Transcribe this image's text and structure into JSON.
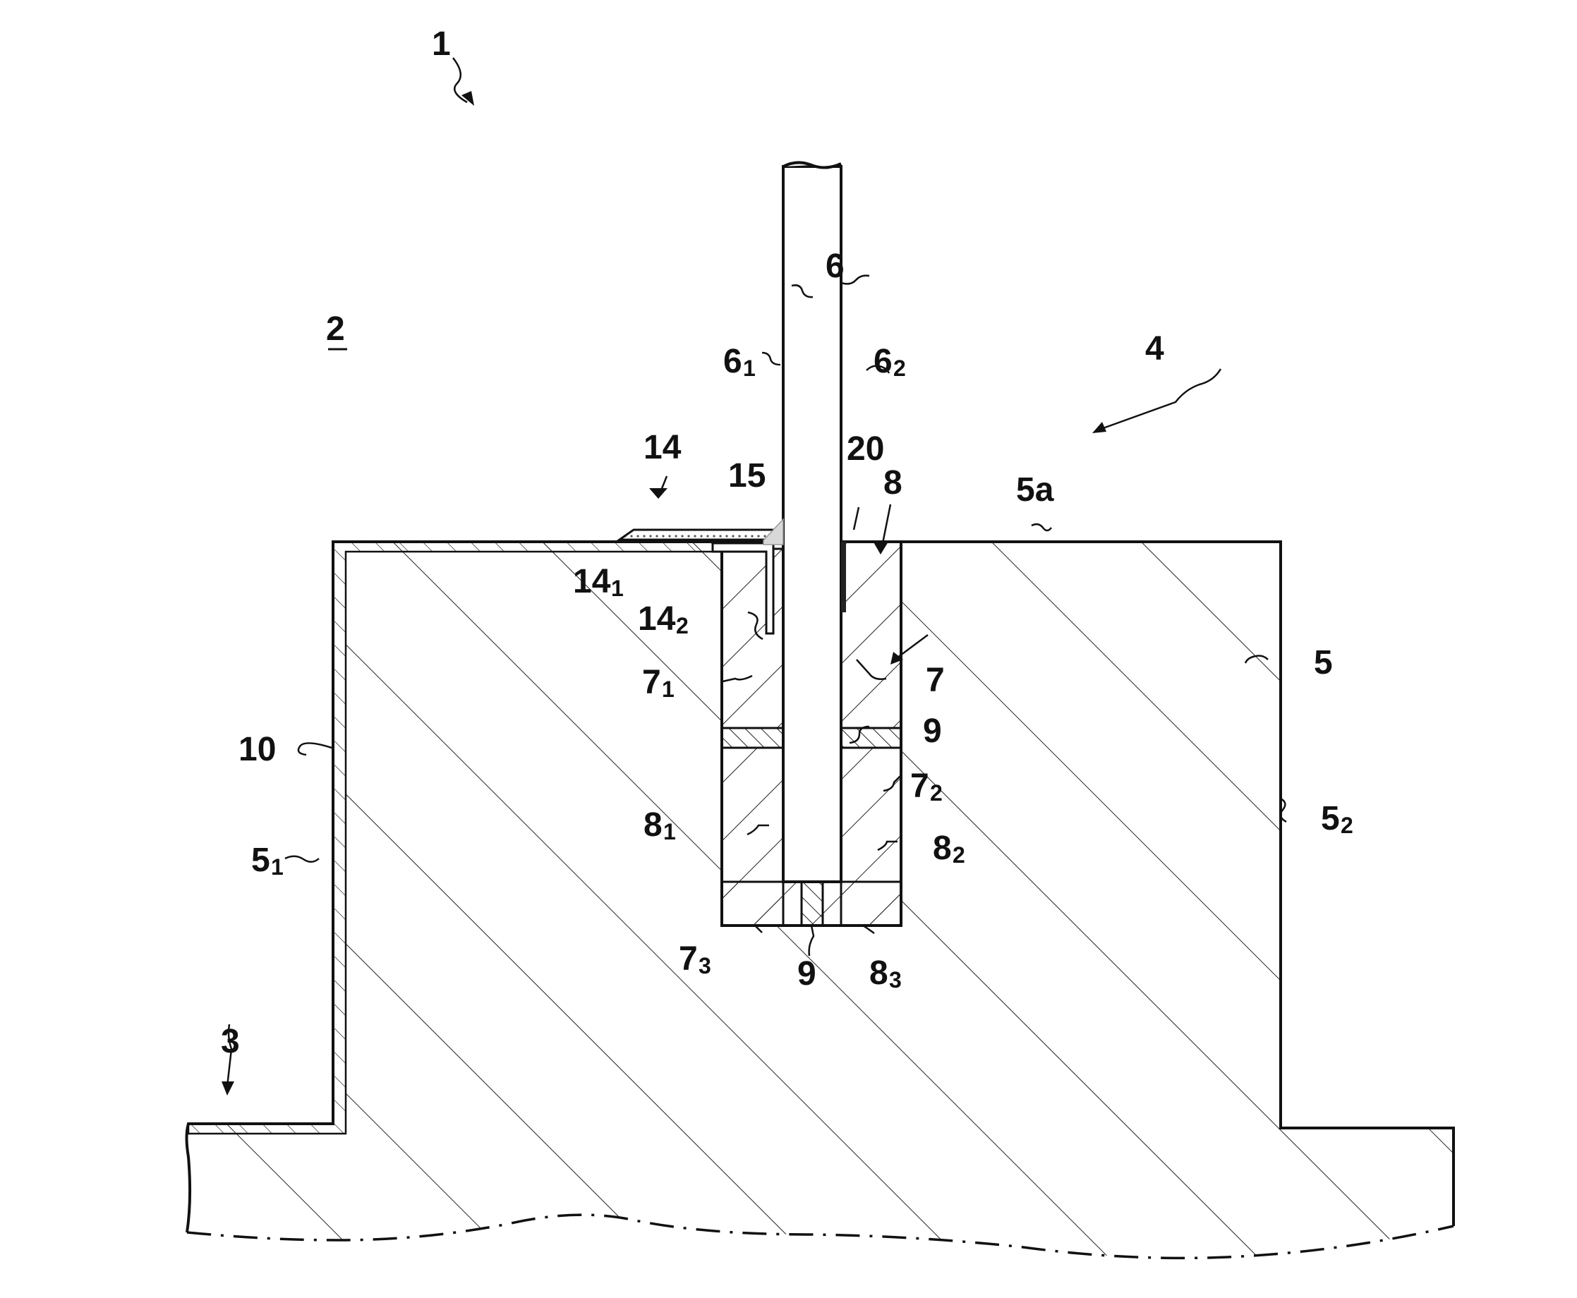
{
  "figure": {
    "labels": {
      "l_1": "1",
      "l_2": "2",
      "l_3": "3",
      "l_4": "4",
      "l_5": "5",
      "l_5a": "5a",
      "l_5_1": {
        "main": "5",
        "sub": "1"
      },
      "l_5_2": {
        "main": "5",
        "sub": "2"
      },
      "l_6": "6",
      "l_6_1": {
        "main": "6",
        "sub": "1"
      },
      "l_6_2": {
        "main": "6",
        "sub": "2"
      },
      "l_7": "7",
      "l_7_1": {
        "main": "7",
        "sub": "1"
      },
      "l_7_2": {
        "main": "7",
        "sub": "2"
      },
      "l_7_3": {
        "main": "7",
        "sub": "3"
      },
      "l_8": "8",
      "l_8_1": {
        "main": "8",
        "sub": "1"
      },
      "l_8_2": {
        "main": "8",
        "sub": "2"
      },
      "l_8_3": {
        "main": "8",
        "sub": "3"
      },
      "l_9_mid": "9",
      "l_9_bottom": "9",
      "l_10": "10",
      "l_14": "14",
      "l_14_1": {
        "main": "14",
        "sub": "1"
      },
      "l_14_2": {
        "main": "14",
        "sub": "2"
      },
      "l_15": "15",
      "l_20": "20"
    }
  }
}
